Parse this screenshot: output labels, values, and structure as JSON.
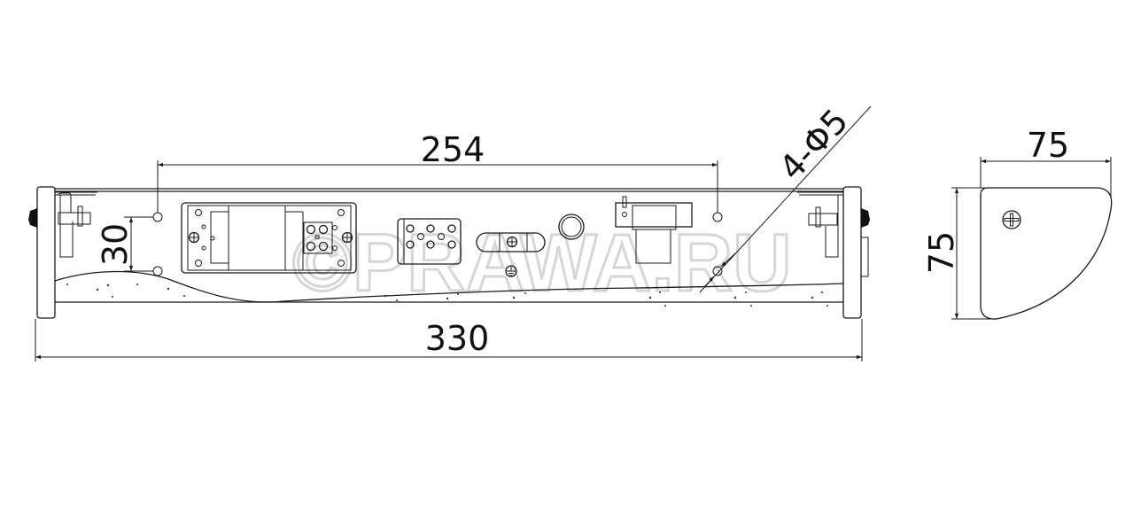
{
  "drawing": {
    "front_view": {
      "dim_hole_spacing": "254",
      "dim_hole_vertical": "30",
      "dim_overall_length": "330",
      "dim_holes": "4-Φ5"
    },
    "side_view": {
      "dim_width": "75",
      "dim_height": "75"
    },
    "watermark": "©PRAWA.RU",
    "colors": {
      "line": "#1a1a1a",
      "watermark": "#cfcfcf",
      "background": "#ffffff"
    }
  }
}
